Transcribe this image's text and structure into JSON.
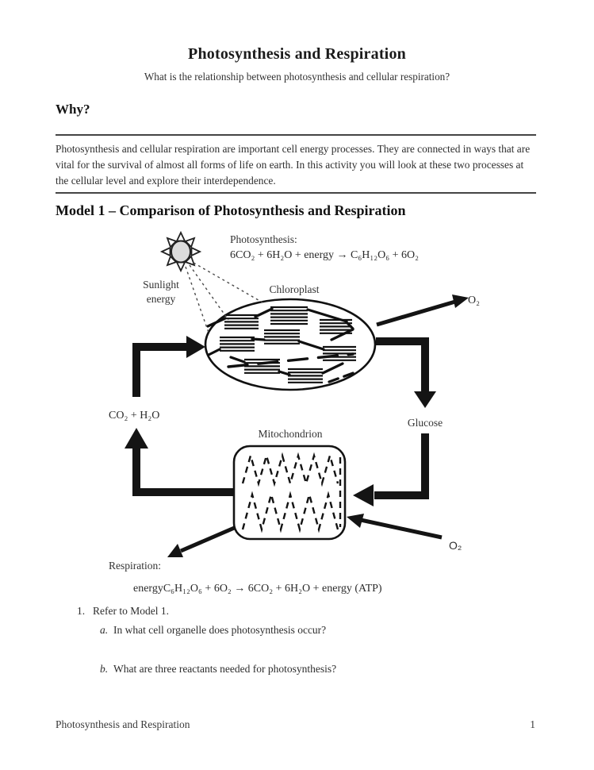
{
  "document": {
    "title": "Photosynthesis and Respiration",
    "subtitle": "What is the relationship between photosynthesis and cellular respiration?",
    "why": {
      "heading": "Why?",
      "body": "Photosynthesis and cellular respiration are important cell energy processes. They are connected in ways that are vital for the survival of almost all forms of life on earth. In this activity you will look at these two processes at the cellular level and explore their interdependence."
    },
    "model_heading": "Model 1 – Comparison of Photosynthesis and Respiration"
  },
  "diagram": {
    "sun_icon": "sun-icon",
    "sunlight_label_line1": "Sunlight",
    "sunlight_label_line2": "energy",
    "photosynthesis_label": "Photosynthesis:",
    "photosynthesis_equation": "6CO₂ + 6H₂O + energy → C₆H₁₂O₆ + 6O₂",
    "chloroplast_label": "Chloroplast",
    "oxygen_out_label": "O₂",
    "co2_h2o_label": "CO₂ + H₂O",
    "glucose_label": "Glucose",
    "mitochondrion_label": "Mitochondrion",
    "oxygen_in_label": "O₂",
    "respiration_label": "Respiration:",
    "respiration_equation": "energyC₆H₁₂O₆ + 6O₂ → 6CO₂ + 6H₂O + energy (ATP)",
    "ink_color": "#161616",
    "sun_fill_color": "#dcdcdc"
  },
  "questions": {
    "q1": {
      "number": "1.",
      "text": "Refer to Model 1."
    },
    "q1a": {
      "letter": "a.",
      "text": "In what cell organelle does photosynthesis occur?"
    },
    "q1b": {
      "letter": "b.",
      "text": "What are three reactants needed for photosynthesis?"
    }
  },
  "footer": {
    "title": "Photosynthesis and Respiration",
    "page_number": "1"
  }
}
